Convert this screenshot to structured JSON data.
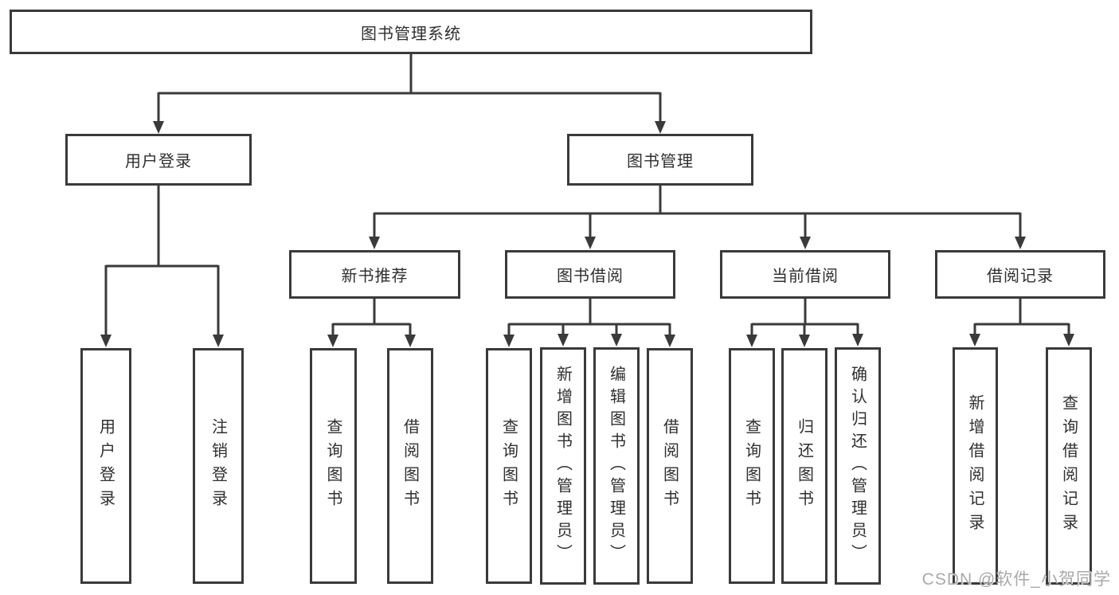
{
  "colors": {
    "line": "#3a3a3a",
    "text": "#2f2f2f",
    "background": "#ffffff",
    "watermark": "#a9a9a9"
  },
  "watermark": {
    "text": "CSDN @软件_小贺同学"
  },
  "tree": {
    "root": {
      "label": "图书管理系统"
    },
    "branches": [
      {
        "label": "用户登录",
        "children": [
          {
            "label": "用户登录"
          },
          {
            "label": "注销登录"
          }
        ]
      },
      {
        "label": "图书管理",
        "children": [
          {
            "label": "新书推荐",
            "children": [
              {
                "label": "查询图书"
              },
              {
                "label": "借阅图书"
              }
            ]
          },
          {
            "label": "图书借阅",
            "children": [
              {
                "label": "查询图书"
              },
              {
                "label": "新增图书（管理员）"
              },
              {
                "label": "编辑图书（管理员）"
              },
              {
                "label": "借阅图书"
              }
            ]
          },
          {
            "label": "当前借阅",
            "children": [
              {
                "label": "查询图书"
              },
              {
                "label": "归还图书"
              },
              {
                "label": "确认归还（管理员）"
              }
            ]
          },
          {
            "label": "借阅记录",
            "children": [
              {
                "label": "新增借阅记录"
              },
              {
                "label": "查询借阅记录"
              }
            ]
          }
        ]
      }
    ]
  }
}
